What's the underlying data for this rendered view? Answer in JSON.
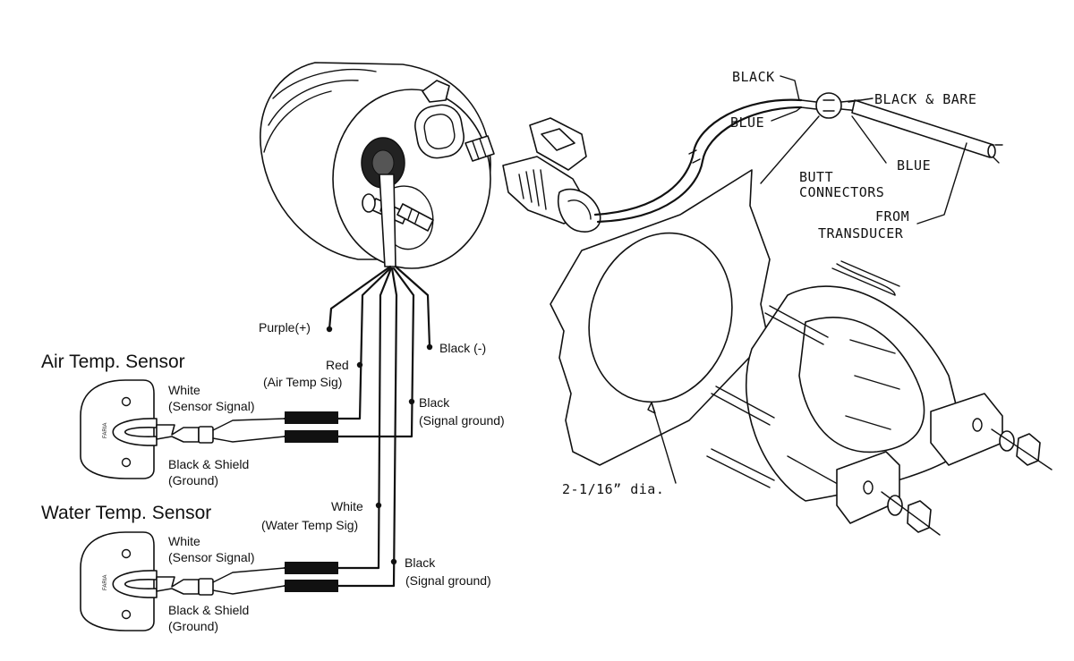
{
  "headings": {
    "air_sensor": "Air Temp. Sensor",
    "water_sensor": "Water Temp. Sensor"
  },
  "gauge_wires": {
    "purple": "Purple(+)",
    "red": "Red",
    "red_sub": "(Air Temp Sig)",
    "black_neg": "Black (-)",
    "black_ground_1": "Black",
    "black_ground_1_sub": "(Signal ground)",
    "white": "White",
    "white_sub": "(Water Temp Sig)",
    "black_ground_2": "Black",
    "black_ground_2_sub": "(Signal ground)"
  },
  "air_sensor": {
    "white": "White",
    "white_sub": "(Sensor Signal)",
    "black_shield": "Black & Shield",
    "black_shield_sub": "(Ground)",
    "body_text": "FARIA"
  },
  "water_sensor": {
    "white": "White",
    "white_sub": "(Sensor Signal)",
    "black_shield": "Black & Shield",
    "black_shield_sub": "(Ground)",
    "body_text": "FARIA"
  },
  "transducer": {
    "black": "BLACK",
    "blue": "BLUE",
    "black_bare": "BLACK & BARE",
    "blue_2": "BLUE",
    "butt_1": "BUTT",
    "butt_2": "CONNECTORS",
    "from_1": "FROM",
    "from_2": "TRANSDUCER"
  },
  "mount": {
    "diameter": "2-1/16” dia."
  }
}
